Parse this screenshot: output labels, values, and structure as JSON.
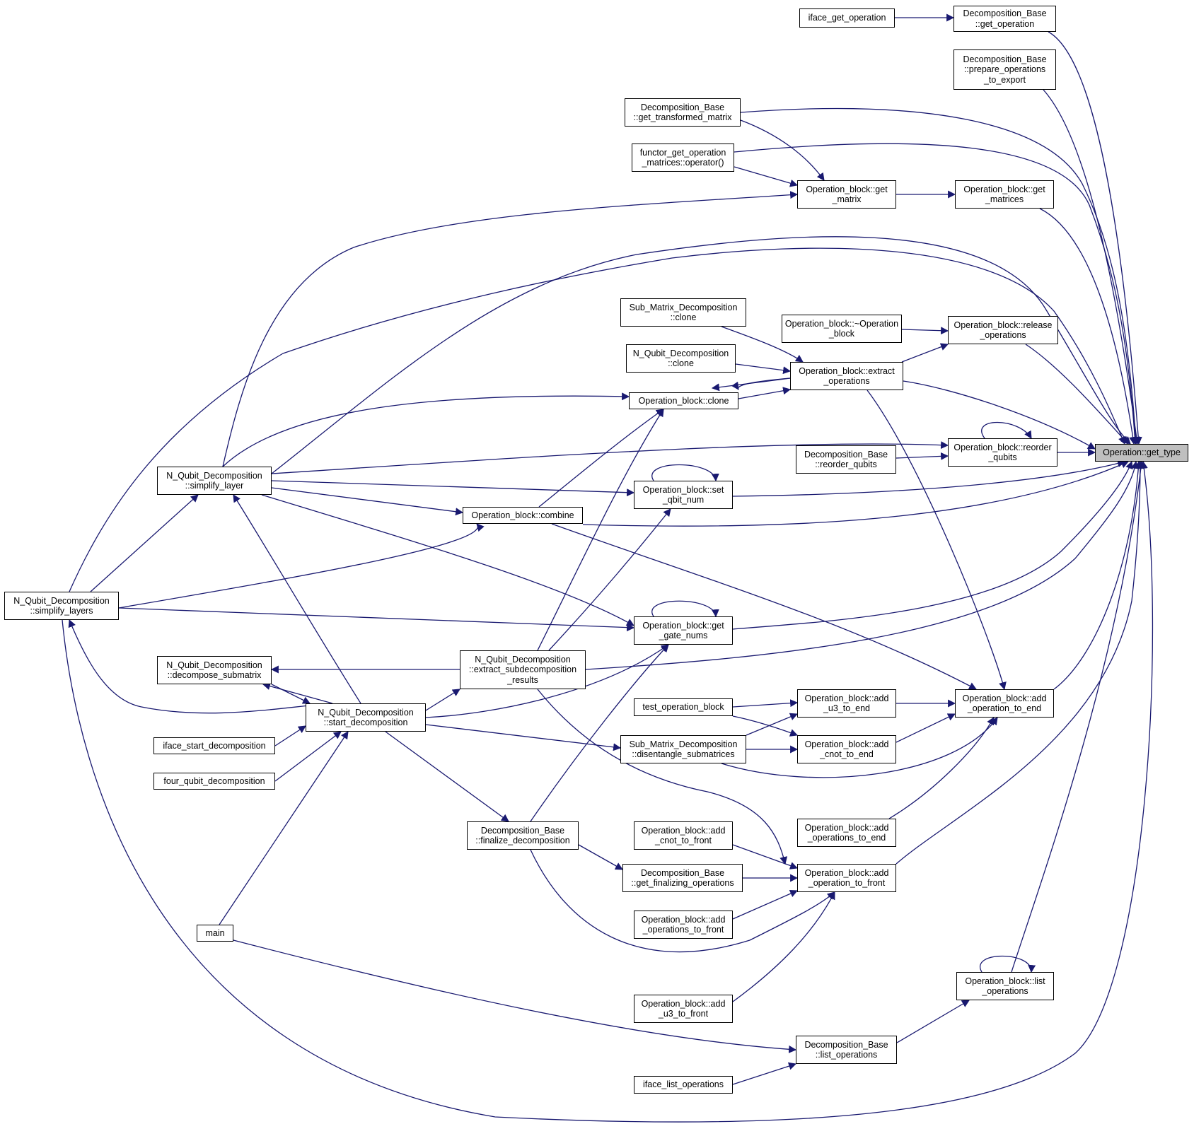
{
  "diagram": {
    "type": "call-graph",
    "edge_color": "#191970",
    "root_fill": "#bfbfbf",
    "nodes": {
      "iface_get_operation": "iface_get_operation",
      "db_get_operation": "Decomposition_Base\n::get_operation",
      "db_prepare": "Decomposition_Base\n::prepare_operations\n_to_export",
      "db_get_transformed": "Decomposition_Base\n::get_transformed_matrix",
      "functor": "functor_get_operation\n_matrices::operator()",
      "ob_get_matrix": "Operation_block::get\n_matrix",
      "ob_get_matrices": "Operation_block::get\n_matrices",
      "smd_clone": "Sub_Matrix_Decomposition\n::clone",
      "ob_destructor": "Operation_block::~Operation\n_block",
      "ob_release": "Operation_block::release\n_operations",
      "nqd_clone": "N_Qubit_Decomposition\n::clone",
      "ob_extract": "Operation_block::extract\n_operations",
      "ob_clone": "Operation_block::clone",
      "db_reorder": "Decomposition_Base\n::reorder_qubits",
      "ob_reorder": "Operation_block::reorder\n_qubits",
      "root": "Operation::get_type",
      "nqd_simplify_layer": "N_Qubit_Decomposition\n::simplify_layer",
      "ob_set_qbit": "Operation_block::set\n_qbit_num",
      "ob_combine": "Operation_block::combine",
      "nqd_simplify_layers": "N_Qubit_Decomposition\n::simplify_layers",
      "ob_get_gate_nums": "Operation_block::get\n_gate_nums",
      "nqd_decompose_sub": "N_Qubit_Decomposition\n::decompose_submatrix",
      "nqd_extract_sub": "N_Qubit_Decomposition\n::extract_subdecomposition\n_results",
      "nqd_start": "N_Qubit_Decomposition\n::start_decomposition",
      "test_ob": "test_operation_block",
      "ob_add_u3_end": "Operation_block::add\n_u3_to_end",
      "ob_add_op_end": "Operation_block::add\n_operation_to_end",
      "iface_start": "iface_start_decomposition",
      "smd_disentangle": "Sub_Matrix_Decomposition\n::disentangle_submatrices",
      "ob_add_cnot_end": "Operation_block::add\n_cnot_to_end",
      "four_qubit": "four_qubit_decomposition",
      "ob_add_ops_end": "Operation_block::add\n_operations_to_end",
      "db_finalize": "Decomposition_Base\n::finalize_decomposition",
      "ob_add_cnot_front": "Operation_block::add\n_cnot_to_front",
      "db_get_finalizing": "Decomposition_Base\n::get_finalizing_operations",
      "ob_add_op_front": "Operation_block::add\n_operation_to_front",
      "ob_add_ops_front": "Operation_block::add\n_operations_to_front",
      "main": "main",
      "ob_list": "Operation_block::list\n_operations",
      "ob_add_u3_front": "Operation_block::add\n_u3_to_front",
      "db_list": "Decomposition_Base\n::list_operations",
      "iface_list": "iface_list_operations"
    }
  }
}
